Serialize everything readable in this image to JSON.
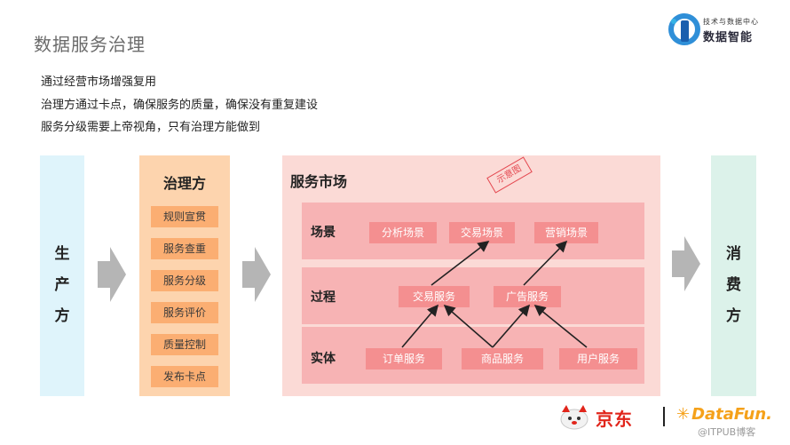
{
  "title": "数据服务治理",
  "brand": {
    "tagline": "技术与数据中心",
    "name": "数据智能"
  },
  "bullets": [
    "通过经营市场增强复用",
    "治理方通过卡点，确保服务的质量，确保没有重复建设",
    "服务分级需要上帝视角，只有治理方能做到"
  ],
  "producer": {
    "chars": [
      "生",
      "产",
      "方"
    ]
  },
  "consumer": {
    "chars": [
      "消",
      "费",
      "方"
    ]
  },
  "governance": {
    "title": "治理方",
    "items": [
      "规则宣贯",
      "服务查重",
      "服务分级",
      "服务评价",
      "质量控制",
      "发布卡点"
    ]
  },
  "market": {
    "title": "服务市场",
    "stamp": "示意图",
    "rows": [
      {
        "label": "场景",
        "services": [
          "分析场景",
          "交易场景",
          "营销场景"
        ]
      },
      {
        "label": "过程",
        "services": [
          "交易服务",
          "广告服务"
        ]
      },
      {
        "label": "实体",
        "services": [
          "订单服务",
          "商品服务",
          "用户服务"
        ]
      }
    ]
  },
  "footer": {
    "jd": "京东",
    "datafun": "DataFun.",
    "watermark": "@ITPUB博客"
  },
  "colors": {
    "producer_bg": "#dff4fb",
    "consumer_bg": "#dcf2ea",
    "governance_bg": "#fdd4ae",
    "governance_item": "#fbae72",
    "market_bg": "#fbdad6",
    "band": "#f7b3b4",
    "service": "#f48f90",
    "arrow": "#b5b5b5",
    "jd_red": "#e1251b",
    "datafun_orange": "#f5a11a"
  }
}
